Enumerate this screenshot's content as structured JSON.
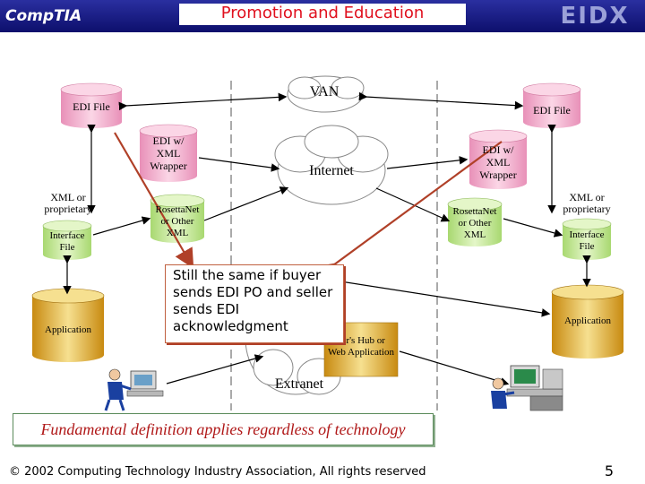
{
  "header": {
    "logo_left": "CompTIA",
    "logo_right": "EIDX",
    "title": "Promotion and Education"
  },
  "clouds": {
    "van": "VAN",
    "internet": "Internet",
    "extranet": "Extranet"
  },
  "left": {
    "edi_file": "EDI File",
    "edi_xml_wrapper": "EDI w/ XML Wrapper",
    "xml_or_proprietary": "XML or proprietary",
    "interface_file": "Interface File",
    "rosettanet": "RosettaNet or Other XML",
    "application": "Application"
  },
  "right": {
    "edi_file": "EDI File",
    "edi_xml_wrapper": "EDI w/ XML Wrapper",
    "xml_or_proprietary": "XML or proprietary",
    "interface_file": "Interface File",
    "rosettanet": "RosettaNet or Other XML",
    "application": "Application"
  },
  "hub": "ker's Hub or Web Application",
  "callout": "Still the same if buyer sends EDI PO and seller sends EDI acknowledgment",
  "banner": "Fundamental definition applies regardless of technology",
  "footer": "© 2002 Computing Technology Industry Association, All rights reserved",
  "page_number": "5",
  "colors": {
    "header_blue": "#1a1f8a",
    "title_red": "#e0101e",
    "cylinder_pink": "#f2b8d0",
    "cylinder_green": "#c8e8a0",
    "cylinder_gold": "#e0b020",
    "arrow_brown": "#b04028"
  }
}
